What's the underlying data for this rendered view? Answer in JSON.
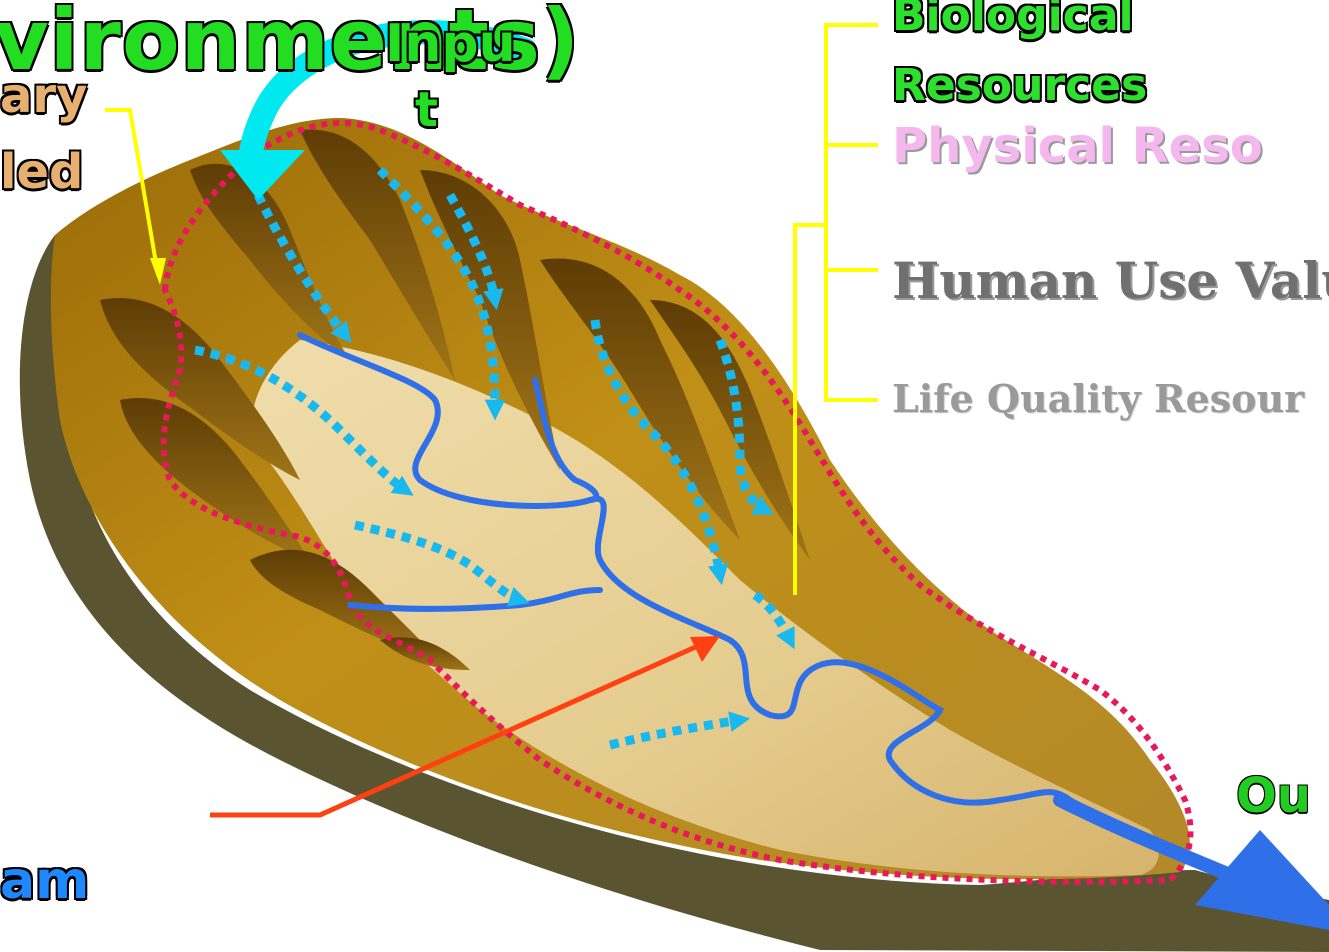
{
  "labels": {
    "environments": "vironments)",
    "input_line1": "Inpu",
    "input_line2": "t",
    "boundary_line1": "ary",
    "boundary_line2": "led",
    "stream": "am",
    "biological_line1": "Biological",
    "biological_line2": "Resources",
    "physical": "Physical Reso",
    "human_use": "Human Use Valu",
    "life_quality": "Life Quality Resour",
    "output": "Ou"
  },
  "colors": {
    "environments_text": "#22dd22",
    "input_text": "#22dd22",
    "boundary_text": "#e8b070",
    "stream_text": "#1e88ff",
    "biological_text": "#2ee02e",
    "physical_text": "#f5b8ee",
    "human_use_text": "#707070",
    "life_quality_text": "#9a9a9a",
    "output_text": "#22cc22",
    "bracket": "#ffff00",
    "watershed_boundary": "#e8195a",
    "river": "#2f6fe8",
    "runoff_arrows": "#19b8ee",
    "input_arrow": "#00e8f0",
    "pointer_arrow": "#ff4010",
    "terrain_base": "#5a5530",
    "terrain_top": "#b8860b",
    "valley_floor": "#e6cf92"
  },
  "icons": {
    "input_arrow": "curved-arrow-icon",
    "output_arrow": "arrow-right-icon",
    "pointer_arrow": "arrow-icon"
  }
}
